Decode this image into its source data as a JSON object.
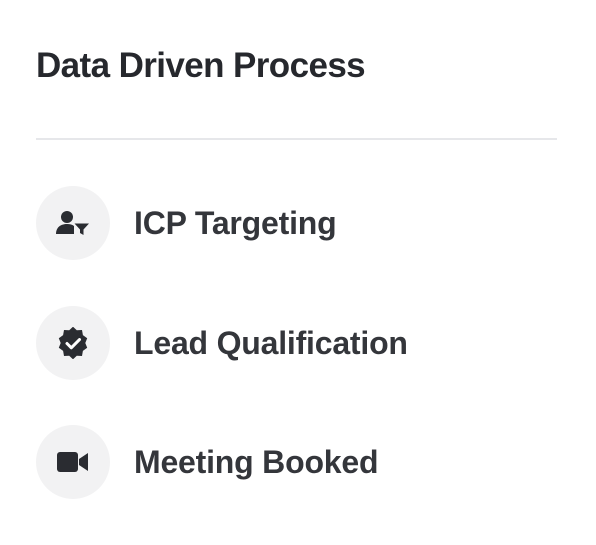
{
  "card": {
    "title": "Data Driven Process",
    "items": [
      {
        "label": "ICP Targeting",
        "icon": "user-filter-icon"
      },
      {
        "label": "Lead Qualification",
        "icon": "verified-badge-icon"
      },
      {
        "label": "Meeting Booked",
        "icon": "video-camera-icon"
      }
    ]
  },
  "colors": {
    "text": "#26282d",
    "icon": "#2a2c31",
    "icon_background": "#f2f2f3",
    "divider": "#e6e7ea"
  }
}
